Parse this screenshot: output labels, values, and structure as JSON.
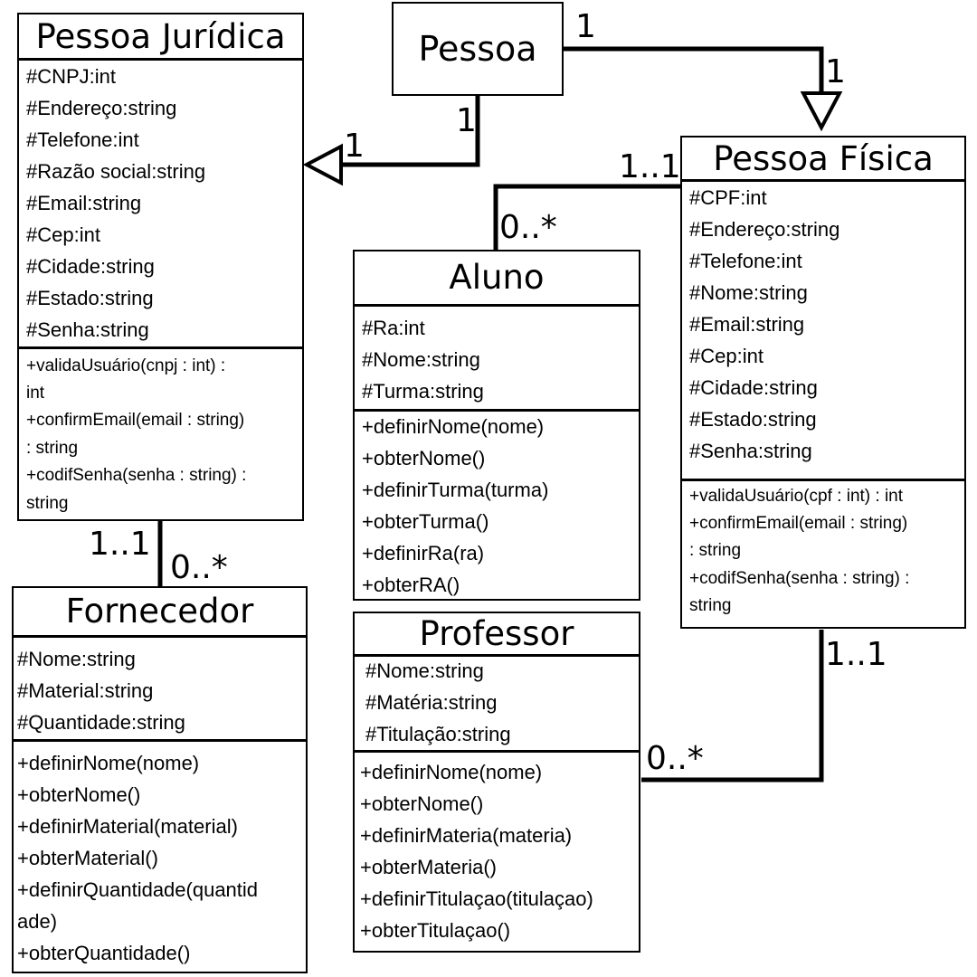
{
  "classes": {
    "pessoa": {
      "name": "Pessoa"
    },
    "pessoa_juridica": {
      "name": "Pessoa Jurídica",
      "attributes": [
        "#CNPJ:int",
        "#Endereço:string",
        "#Telefone:int",
        "#Razão social:string",
        "#Email:string",
        "#Cep:int",
        "#Cidade:string",
        "#Estado:string",
        "#Senha:string"
      ],
      "operations": [
        "+validaUsuário(cnpj : int) :",
        "int",
        "+confirmEmail(email : string)",
        ": string",
        "+codifSenha(senha : string) :",
        "string"
      ]
    },
    "pessoa_fisica": {
      "name": "Pessoa Física",
      "attributes": [
        "#CPF:int",
        "#Endereço:string",
        "#Telefone:int",
        "#Nome:string",
        "#Email:string",
        "#Cep:int",
        "#Cidade:string",
        "#Estado:string",
        "#Senha:string"
      ],
      "operations": [
        "+validaUsuário(cpf : int) : int",
        "+confirmEmail(email : string)",
        ": string",
        "+codifSenha(senha : string) :",
        "string"
      ]
    },
    "aluno": {
      "name": "Aluno",
      "attributes": [
        "#Ra:int",
        "#Nome:string",
        "#Turma:string"
      ],
      "operations": [
        "+definirNome(nome)",
        "+obterNome()",
        "+definirTurma(turma)",
        "+obterTurma()",
        "+definirRa(ra)",
        "+obterRA()"
      ]
    },
    "professor": {
      "name": "Professor",
      "attributes": [
        "#Nome:string",
        "#Matéria:string",
        "#Titulação:string"
      ],
      "operations": [
        "+definirNome(nome)",
        "+obterNome()",
        "+definirMateria(materia)",
        "+obterMateria()",
        "+definirTitulaçao(titulaçao)",
        "+obterTitulaçao()"
      ]
    },
    "fornecedor": {
      "name": "Fornecedor",
      "attributes": [
        "#Nome:string",
        "#Material:string",
        "#Quantidade:string"
      ],
      "operations": [
        "+definirNome(nome)",
        "+obterNome()",
        "+definirMaterial(material)",
        "+obterMaterial()",
        "+definirQuantidade(quantid",
        "ade)",
        "+obterQuantidade()"
      ]
    }
  },
  "multiplicities": {
    "pessoa_to_fisica_source": "1",
    "pessoa_to_fisica_target": "1",
    "pessoa_to_juridica_source": "1",
    "pessoa_to_juridica_target": "1",
    "fisica_aluno_fisica_end": "1..1",
    "fisica_aluno_aluno_end": "0..*",
    "juridica_fornecedor_juridica_end": "1..1",
    "juridica_fornecedor_fornecedor_end": "0..*",
    "fisica_professor_fisica_end": "1..1",
    "fisica_professor_professor_end": "0..*"
  }
}
